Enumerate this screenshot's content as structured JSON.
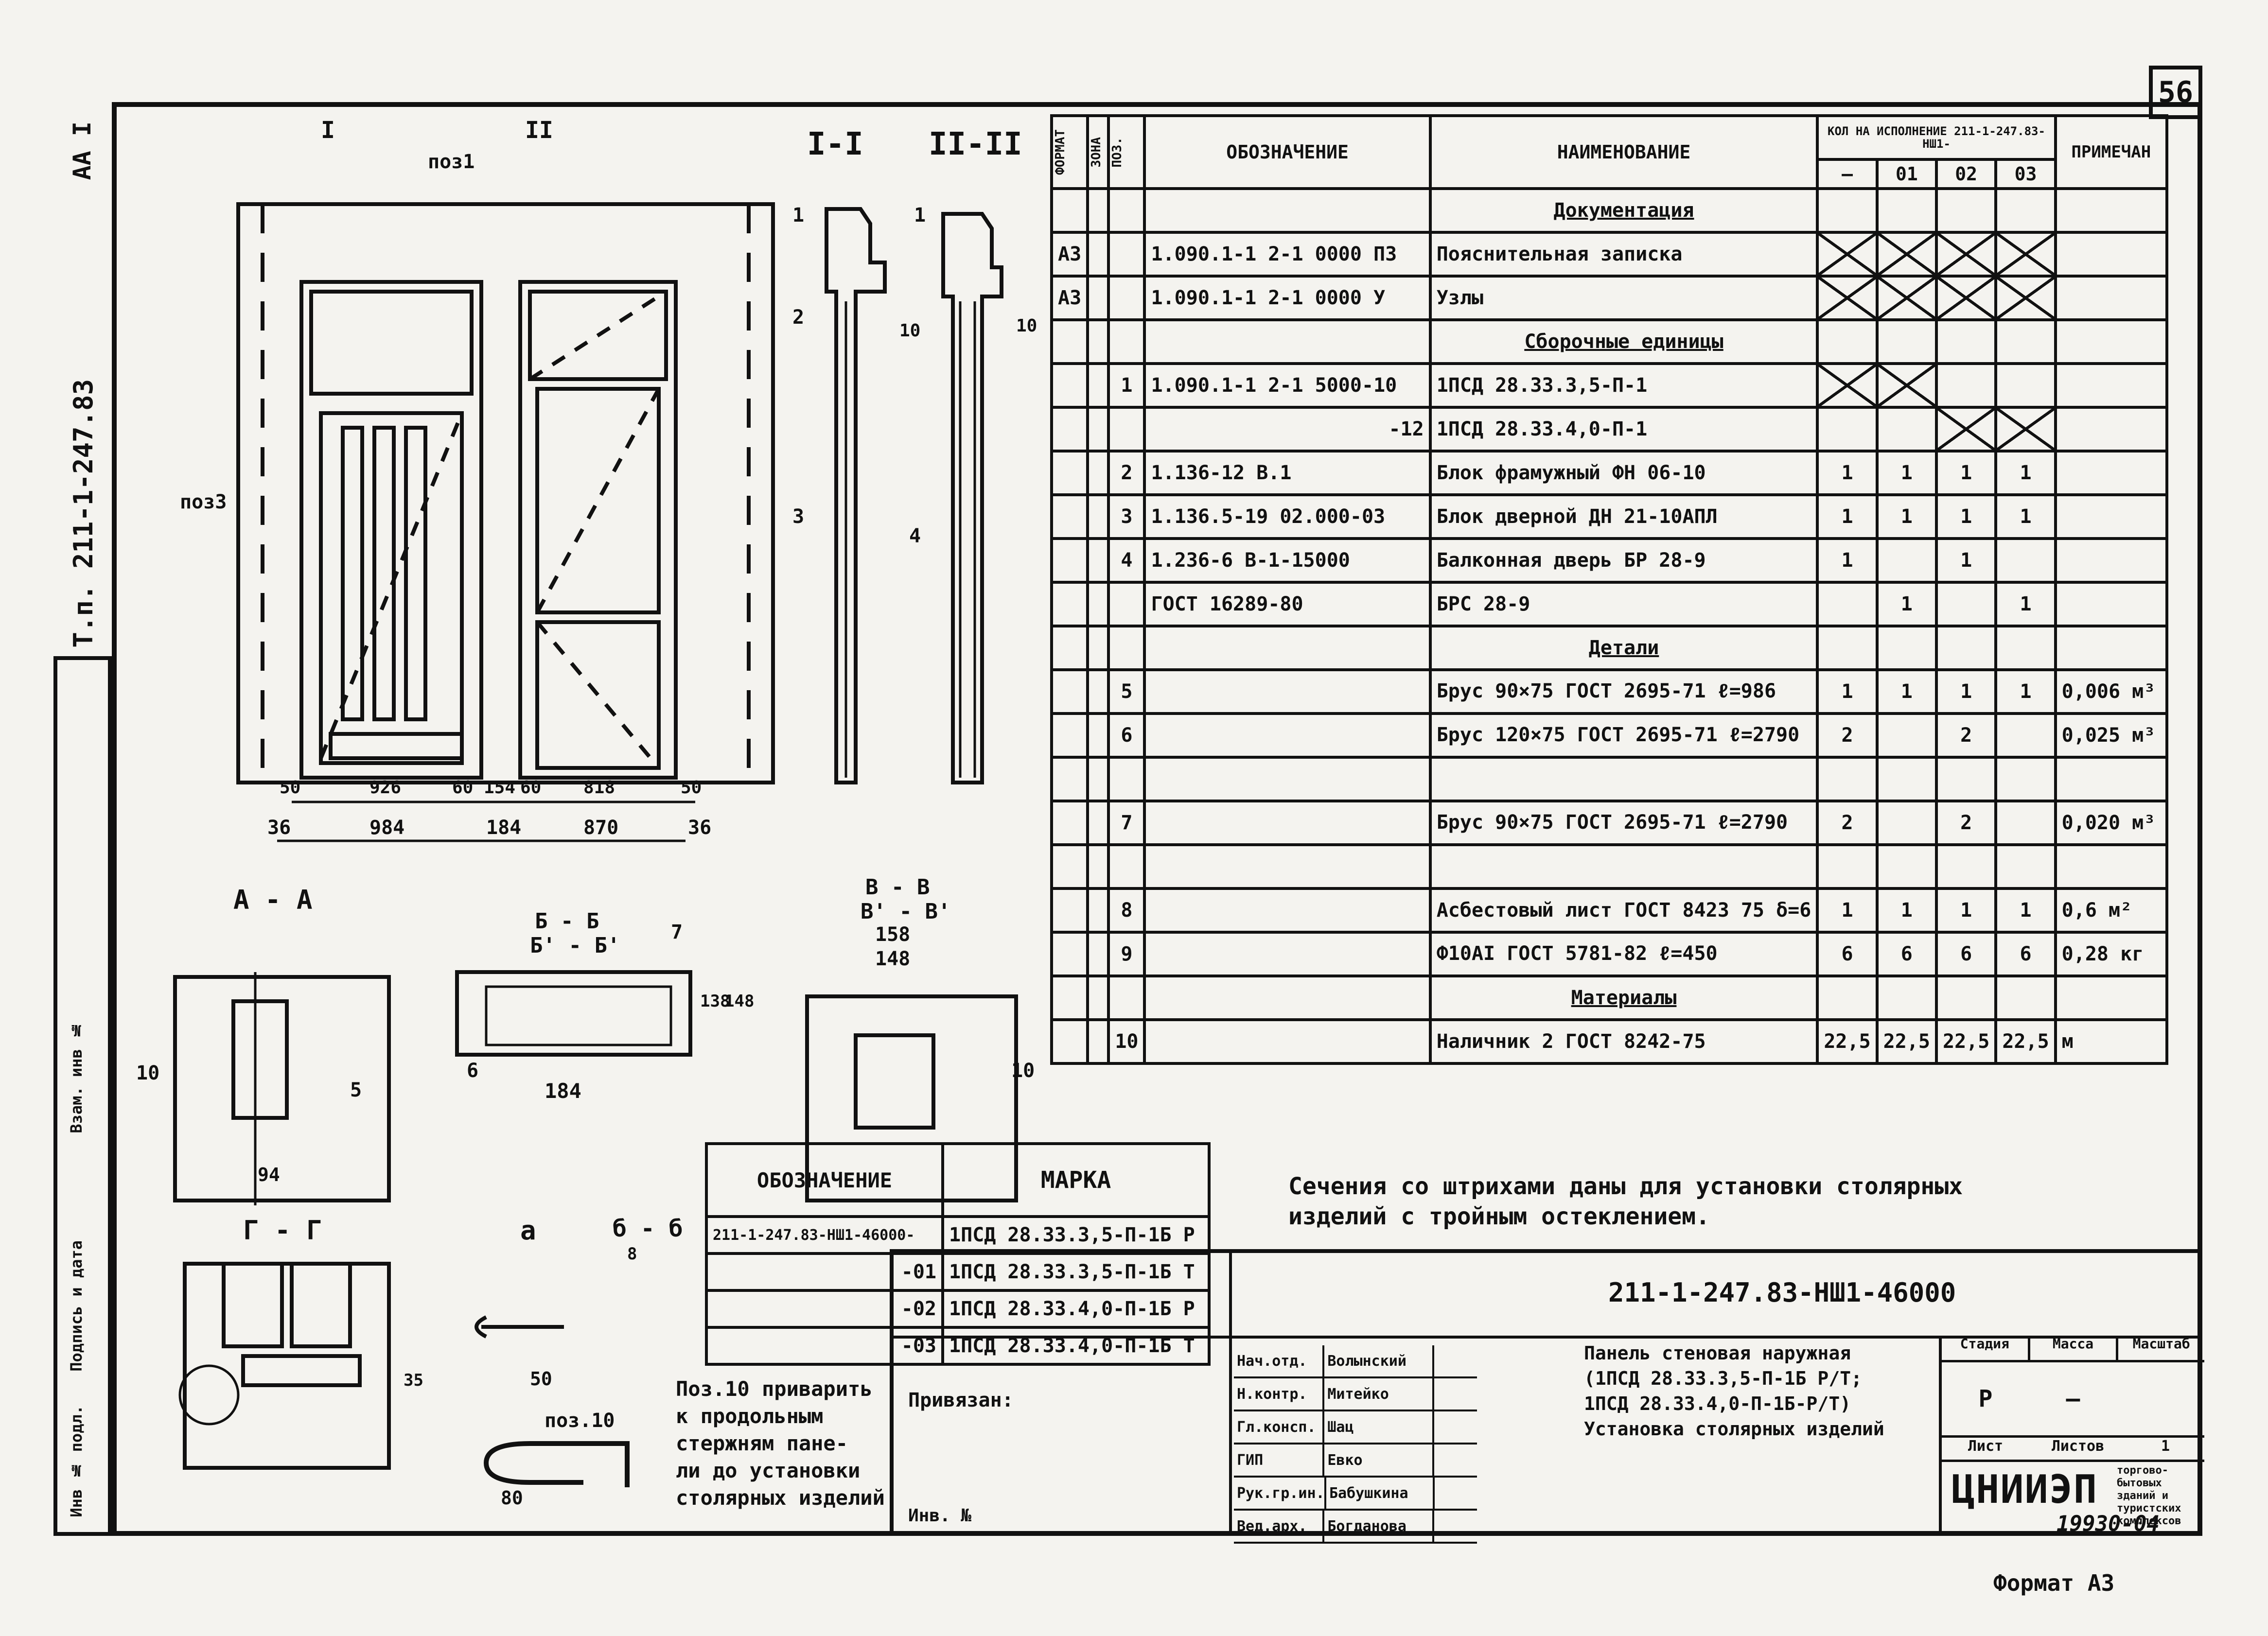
{
  "sheet_number": "56",
  "album": "АА I",
  "project_code_vertical": "Т.п. 211-1-247.83",
  "left_strip": [
    "Инв № подл.",
    "Подпись и дата",
    "Взам. инв №"
  ],
  "views": {
    "sec1": "I-I",
    "sec2": "II-II",
    "secAA": "А - А",
    "secGG": "Г - Г",
    "secBB": "Б - Б",
    "secBB2": "Б' - Б'",
    "secVV": "В - В",
    "secVV2": "В' - В'",
    "det_a": "а",
    "det_b": "б - б",
    "label_I": "I",
    "label_II": "II",
    "pos1": "поз1",
    "pos3": "поз3",
    "pos10": "поз.10"
  },
  "dims": {
    "d50a": "50",
    "d926": "926",
    "d60a": "60",
    "d154": "154",
    "d60b": "60",
    "d818": "818",
    "d50b": "50",
    "d36a": "36",
    "d984": "984",
    "d184a": "184",
    "d870": "870",
    "d36b": "36",
    "d184b": "184",
    "d158": "158",
    "d148": "148",
    "d138": "138",
    "d148b": "148",
    "d94": "94",
    "d50": "50",
    "d80": "80",
    "d35": "35",
    "d8": "8"
  },
  "callouts": [
    "1",
    "2",
    "3",
    "4",
    "5",
    "6",
    "7",
    "10"
  ],
  "spec_table": {
    "headers": {
      "format": "ФОРМАТ",
      "zone": "ЗОНА",
      "pos": "ПОЗ.",
      "designation": "ОБОЗНАЧЕНИЕ",
      "name": "НАИМЕНОВАНИЕ",
      "qty_group": "КОЛ НА ИСПОЛНЕНИЕ 211-1-247.83-НШ1-",
      "qty_cols": [
        "—",
        "01",
        "02",
        "03"
      ],
      "note": "ПРИМЕЧАН"
    },
    "rows": [
      {
        "format": "",
        "pos": "",
        "designation": "",
        "name": "Документация",
        "section": true,
        "q": [
          "",
          "",
          "",
          ""
        ],
        "note": ""
      },
      {
        "format": "А3",
        "pos": "",
        "designation": "1.090.1-1 2-1 0000 ПЗ",
        "name": "Пояснительная записка",
        "q": [
          "X",
          "X",
          "X",
          "X"
        ],
        "note": ""
      },
      {
        "format": "А3",
        "pos": "",
        "designation": "1.090.1-1 2-1 0000 У",
        "name": "Узлы",
        "q": [
          "X",
          "X",
          "X",
          "X"
        ],
        "note": ""
      },
      {
        "format": "",
        "pos": "",
        "designation": "",
        "name": "Сборочные единицы",
        "section": true,
        "q": [
          "",
          "",
          "",
          ""
        ],
        "note": ""
      },
      {
        "format": "",
        "pos": "1",
        "designation": "1.090.1-1 2-1 5000-10",
        "name": "1ПСД 28.33.3,5-П-1",
        "q": [
          "X",
          "X",
          "",
          ""
        ],
        "note": ""
      },
      {
        "format": "",
        "pos": "",
        "designation": "-12",
        "name": "1ПСД 28.33.4,0-П-1",
        "q": [
          "",
          "",
          "X",
          "X"
        ],
        "note": ""
      },
      {
        "format": "",
        "pos": "2",
        "designation": "1.136-12 В.1",
        "name": "Блок фрамужный ФН 06-10",
        "q": [
          "1",
          "1",
          "1",
          "1"
        ],
        "note": ""
      },
      {
        "format": "",
        "pos": "3",
        "designation": "1.136.5-19 02.000-03",
        "name": "Блок дверной ДН 21-10АПЛ",
        "q": [
          "1",
          "1",
          "1",
          "1"
        ],
        "note": ""
      },
      {
        "format": "",
        "pos": "4",
        "designation": "1.236-6 В-1-15000",
        "name": "Балконная дверь БР 28-9",
        "q": [
          "1",
          "",
          "1",
          ""
        ],
        "note": ""
      },
      {
        "format": "",
        "pos": "",
        "designation": "ГОСТ 16289-80",
        "name": "БРС 28-9",
        "q": [
          "",
          "1",
          "",
          "1"
        ],
        "note": ""
      },
      {
        "format": "",
        "pos": "",
        "designation": "",
        "name": "Детали",
        "section": true,
        "q": [
          "",
          "",
          "",
          ""
        ],
        "note": ""
      },
      {
        "format": "",
        "pos": "5",
        "designation": "",
        "name": "Брус 90×75 ГОСТ 2695-71 ℓ=986",
        "q": [
          "1",
          "1",
          "1",
          "1"
        ],
        "note": "0,006 м³"
      },
      {
        "format": "",
        "pos": "6",
        "designation": "",
        "name": "Брус 120×75 ГОСТ 2695-71 ℓ=2790",
        "q": [
          "2",
          "",
          "2",
          ""
        ],
        "note": "0,025 м³"
      },
      {
        "format": "",
        "pos": "",
        "designation": "",
        "name": "",
        "q": [
          "",
          "",
          "",
          ""
        ],
        "note": ""
      },
      {
        "format": "",
        "pos": "7",
        "designation": "",
        "name": "Брус 90×75 ГОСТ 2695-71 ℓ=2790",
        "q": [
          "2",
          "",
          "2",
          ""
        ],
        "note": "0,020 м³"
      },
      {
        "format": "",
        "pos": "",
        "designation": "",
        "name": "",
        "q": [
          "",
          "",
          "",
          ""
        ],
        "note": ""
      },
      {
        "format": "",
        "pos": "8",
        "designation": "",
        "name": "Асбестовый лист ГОСТ 8423 75 δ=6",
        "q": [
          "1",
          "1",
          "1",
          "1"
        ],
        "note": "0,6 м²"
      },
      {
        "format": "",
        "pos": "9",
        "designation": "",
        "name": "Ф10АI ГОСТ 5781-82 ℓ=450",
        "q": [
          "6",
          "6",
          "6",
          "6"
        ],
        "note": "0,28 кг"
      },
      {
        "format": "",
        "pos": "",
        "designation": "",
        "name": "Материалы",
        "section": true,
        "q": [
          "",
          "",
          "",
          ""
        ],
        "note": ""
      },
      {
        "format": "",
        "pos": "10",
        "designation": "",
        "name": "Наличник 2 ГОСТ 8242-75",
        "q": [
          "22,5",
          "22,5",
          "22,5",
          "22,5"
        ],
        "note": "м"
      }
    ]
  },
  "marks_table": {
    "h1": "ОБОЗНАЧЕНИЕ",
    "h2": "МАРКА",
    "rows": [
      {
        "d": "211-1-247.83-НШ1-46000-",
        "m": "1ПСД 28.33.3,5-П-1Б Р"
      },
      {
        "d": "-01",
        "m": "1ПСД 28.33.3,5-П-1Б Т"
      },
      {
        "d": "-02",
        "m": "1ПСД 28.33.4,0-П-1Б Р"
      },
      {
        "d": "-03",
        "m": "1ПСД 28.33.4,0-П-1Б Т"
      }
    ]
  },
  "note_hatch": "Сечения со штрихами даны для установки столярных изделий с тройным остеклением.",
  "note_pos10": [
    "Поз.10 приварить",
    "к продольным",
    "стержням пане-",
    "ли до установки",
    "столярных изделий"
  ],
  "stamp": {
    "code": "211-1-247.83-НШ1-46000",
    "title_lines": [
      "Панель стеновая наружная",
      "(1ПСД 28.33.3,5-П-1Б Р/Т;",
      "1ПСД 28.33.4,0-П-1Б-Р/Т)",
      "Установка столярных изделий"
    ],
    "stage_h": "Стадия",
    "mass_h": "Масса",
    "scale_h": "Масштаб",
    "stage": "Р",
    "mass": "—",
    "sheet_h": "Лист",
    "sheets_h": "Листов",
    "sheets": "1",
    "org": "ЦНИИЭП",
    "org_sub": "торгово-бытовых зданий и туристских комплексов",
    "privyazan": "Привязан:",
    "inv": "Инв. №",
    "people": [
      {
        "role": "Нач.отд.",
        "name": "Волынский"
      },
      {
        "role": "Н.контр.",
        "name": "Митейко"
      },
      {
        "role": "Гл.консп.",
        "name": "Шац"
      },
      {
        "role": "ГИП",
        "name": "Евко"
      },
      {
        "role": "Рук.гр.ин.",
        "name": "Бабушкина"
      },
      {
        "role": "Вед.арх.",
        "name": "Богданова"
      }
    ]
  },
  "copy_number": "19930-04",
  "format_label": "Формат А3"
}
